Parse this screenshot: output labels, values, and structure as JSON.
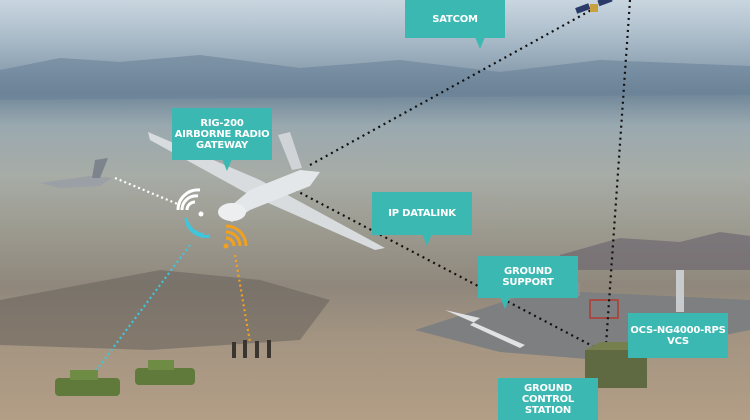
{
  "callouts": {
    "satcom": "SATCOM",
    "rig200": [
      "RIG-200",
      "AIRBORNE RADIO",
      "GATEWAY"
    ],
    "ip_datalink": "IP DATALINK",
    "ground_support": "GROUND SUPPORT",
    "ocs": [
      "OCS-NG4000-RPS",
      "VCS"
    ],
    "gcs": [
      "GROUND CONTROL",
      "STATION"
    ]
  },
  "colors": {
    "callout": "#3cb8b3",
    "satlink": "#111111",
    "radio_white": "#ffffff",
    "radio_cyan": "#3fc6dd",
    "radio_orange": "#f2a11f"
  }
}
